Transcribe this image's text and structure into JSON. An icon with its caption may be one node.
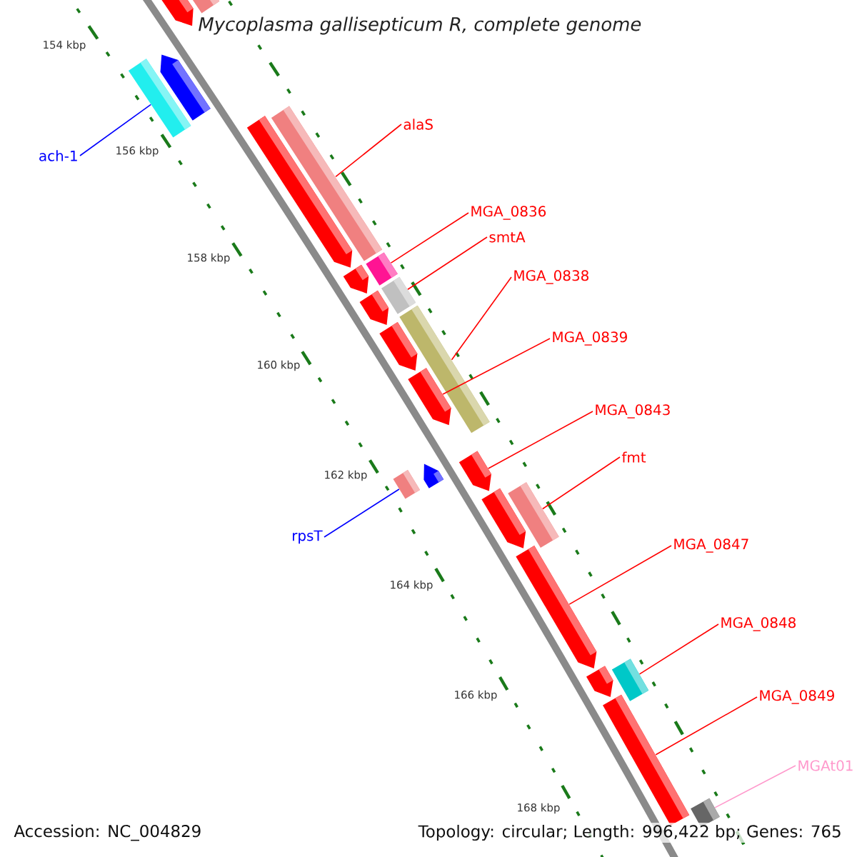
{
  "diagram": {
    "title": "Mycoplasma gallisepticum R, complete genome",
    "nodes": [
      {
        "text": [
          "ach-1"
        ]
      },
      {
        "text": [],
        "shape": "bar"
      },
      {
        "text": [
          "alaS"
        ]
      },
      {
        "text": [],
        "shape": "bar"
      },
      {
        "text": [
          "MGA_0836"
        ]
      },
      {
        "text": [],
        "shape": "bar"
      },
      {
        "text": [
          "smtA"
        ]
      },
      {
        "text": [],
        "shape": "bar"
      },
      {
        "text": [
          "MGA_0838"
        ]
      },
      {
        "text": [],
        "shape": "bar"
      },
      {
        "text": [
          "MGA_0839"
        ]
      },
      {
        "text": [],
        "shape": "bar"
      },
      {
        "text": [
          "MGA_0843"
        ]
      },
      {
        "text": [],
        "shape": "bar"
      },
      {
        "text": [
          "fmt"
        ]
      },
      {
        "text": [],
        "shape": "bar"
      },
      {
        "text": [
          "rpsT"
        ]
      },
      {
        "text": [],
        "shape": "bar"
      },
      {
        "text": [
          "MGA_0847"
        ]
      },
      {
        "text": [],
        "shape": "bar"
      },
      {
        "text": [
          "MGA_0848"
        ]
      },
      {
        "text": [],
        "shape": "bar"
      },
      {
        "text": [
          "MGA_0849"
        ]
      },
      {
        "text": [],
        "shape": "bar"
      },
      {
        "text": [
          "MGAt01"
        ]
      },
      {
        "text": [],
        "shape": "bar"
      }
    ],
    "edges": [
      {
        "from": 0,
        "to": 1,
        "arrow": "none",
        "color": "#0000ff"
      },
      {
        "from": 2,
        "to": 3,
        "arrow": "none"
      },
      {
        "from": 4,
        "to": 5,
        "arrow": "none"
      },
      {
        "from": 6,
        "to": 7,
        "arrow": "none"
      },
      {
        "from": 8,
        "to": 9,
        "arrow": "none"
      },
      {
        "from": 10,
        "to": 11,
        "arrow": "none"
      },
      {
        "from": 12,
        "to": 13,
        "arrow": "none"
      },
      {
        "from": 14,
        "to": 15,
        "arrow": "none"
      },
      {
        "from": 16,
        "to": 17,
        "arrow": "none",
        "color": "#0000ff"
      },
      {
        "from": 18,
        "to": 19,
        "arrow": "none"
      },
      {
        "from": 20,
        "to": 21,
        "arrow": "none"
      },
      {
        "from": 22,
        "to": 23,
        "arrow": "none"
      },
      {
        "from": 24,
        "to": 25,
        "arrow": "none",
        "color": "#ff99cc"
      }
    ],
    "labels": [
      "154 kbp",
      "156 kbp",
      "158 kbp",
      "160 kbp",
      "162 kbp",
      "164 kbp",
      "166 kbp",
      "168 kbp",
      "Accession: NC_004829",
      "Topology: circular; Length: 996,422 bp; Genes: 765"
    ]
  }
}
